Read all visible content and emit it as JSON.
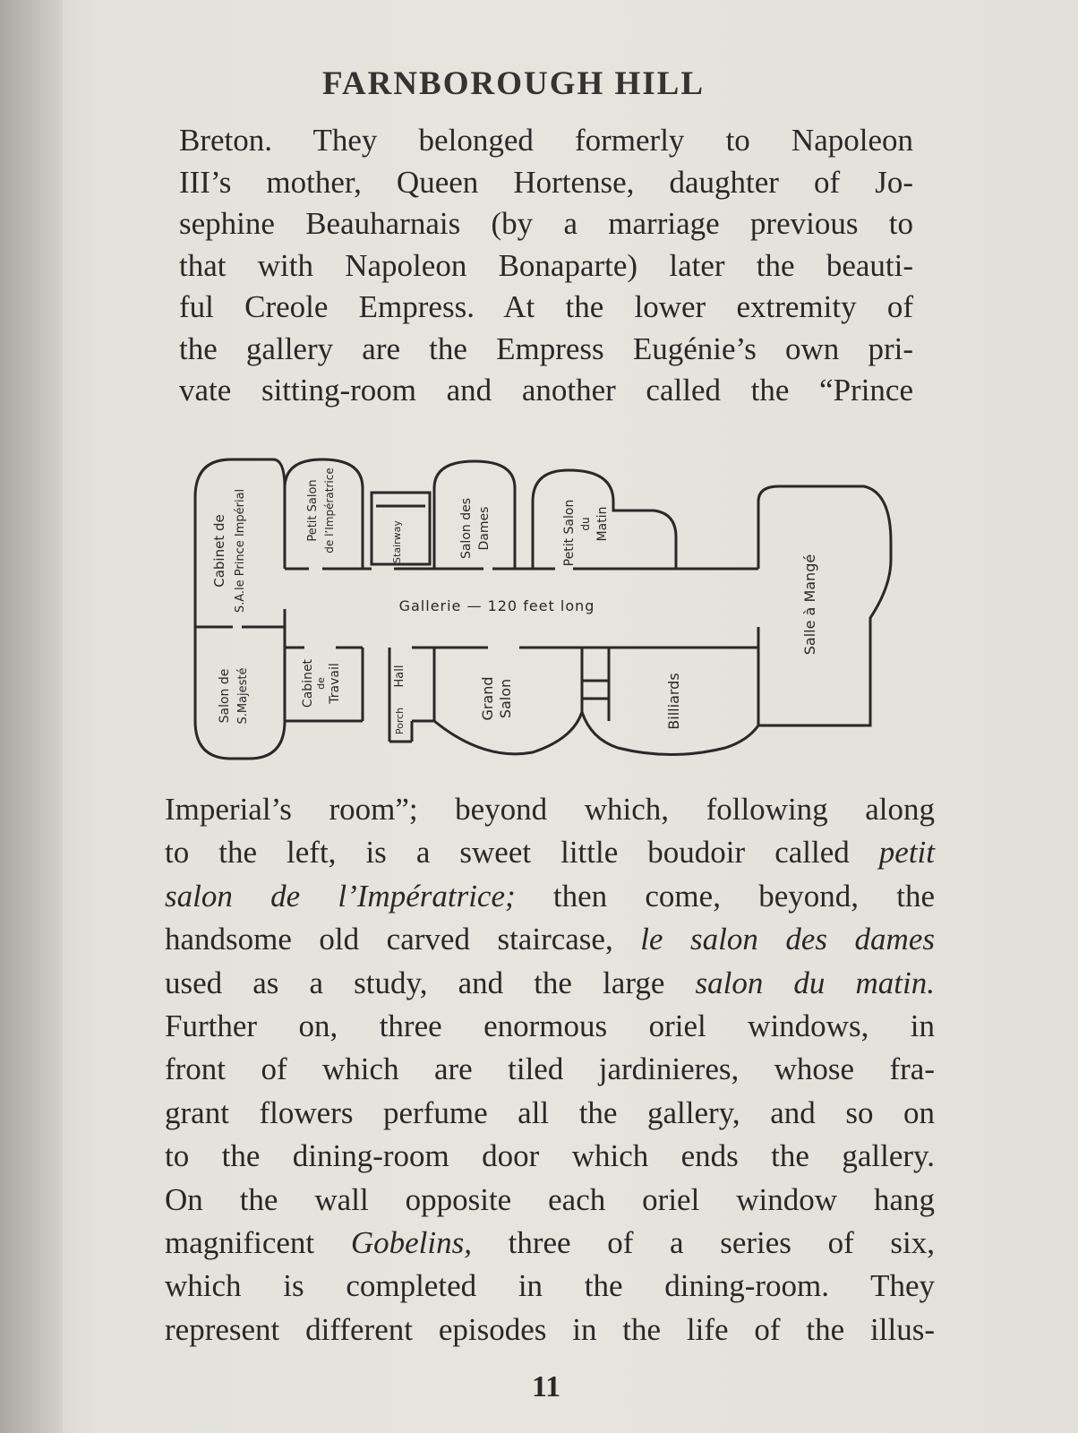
{
  "running_head": "FARNBOROUGH HILL",
  "top_lines": [
    "Breton.  They belonged formerly to Napoleon",
    "III’s mother, Queen Hortense, daughter of Jo-",
    "sephine Beauharnais (by a marriage previous to",
    "that with Napoleon Bonaparte) later the beauti-",
    "ful Creole Empress.   At the lower extremity of",
    "the gallery are the Empress Eugénie’s own pri-",
    "vate sitting-room and another called the “Prince"
  ],
  "plan": {
    "gallery": "Gallerie  — 120 feet long",
    "cabinet_prince_1": "Cabinet de",
    "cabinet_prince_2": "S.A.le Prince Impérial",
    "petit_salon_imp_1": "Petit Salon",
    "petit_salon_imp_2": "de l’Impératrice",
    "stairway": "Stairway",
    "salon_dames_1": "Salon des",
    "salon_dames_2": "Dames",
    "petit_salon_matin_1": "Petit Salon",
    "petit_salon_matin_2": "du",
    "petit_salon_matin_3": "Matin",
    "salle_mange": "Salle à Mangé",
    "salon_majeste_1": "Salon de",
    "salon_majeste_2": "S.Majesté",
    "cabinet_travail_1": "Cabinet",
    "cabinet_travail_2": "de",
    "cabinet_travail_3": "Travail",
    "porch": "Porch",
    "hall": "Hall",
    "grand_salon_1": "Grand",
    "grand_salon_2": "Salon",
    "billiards": "Billiards"
  },
  "bottom_lines": [
    {
      "segments": [
        {
          "t": "Imperial’s room”; beyond which, following along",
          "i": false
        }
      ]
    },
    {
      "segments": [
        {
          "t": "to the left, is a sweet little boudoir called ",
          "i": false
        },
        {
          "t": "petit",
          "i": true
        }
      ]
    },
    {
      "segments": [
        {
          "t": "salon de l’Impératrice;",
          "i": true
        },
        {
          "t": " then come, beyond, the",
          "i": false
        }
      ]
    },
    {
      "segments": [
        {
          "t": "handsome old carved staircase, ",
          "i": false
        },
        {
          "t": "le salon des dames",
          "i": true
        }
      ]
    },
    {
      "segments": [
        {
          "t": "used as a study, and the large ",
          "i": false
        },
        {
          "t": "salon du matin.",
          "i": true
        }
      ]
    },
    {
      "segments": [
        {
          "t": "Further on, three enormous oriel windows, in",
          "i": false
        }
      ]
    },
    {
      "segments": [
        {
          "t": "front of which are tiled jardinieres, whose fra-",
          "i": false
        }
      ]
    },
    {
      "segments": [
        {
          "t": "grant flowers perfume all the gallery, and so on",
          "i": false
        }
      ]
    },
    {
      "segments": [
        {
          "t": "to the dining-room door which ends the gallery.",
          "i": false
        }
      ]
    },
    {
      "segments": [
        {
          "t": "On the wall opposite each oriel window hang",
          "i": false
        }
      ]
    },
    {
      "segments": [
        {
          "t": "magnificent ",
          "i": false
        },
        {
          "t": "Gobelins,",
          "i": true
        },
        {
          "t": " three of a series of six,",
          "i": false
        }
      ]
    },
    {
      "segments": [
        {
          "t": "which is completed in the dining-room.   They",
          "i": false
        }
      ]
    },
    {
      "segments": [
        {
          "t": "represent different episodes in the life of the illus-",
          "i": false
        }
      ]
    }
  ],
  "folio": "11"
}
